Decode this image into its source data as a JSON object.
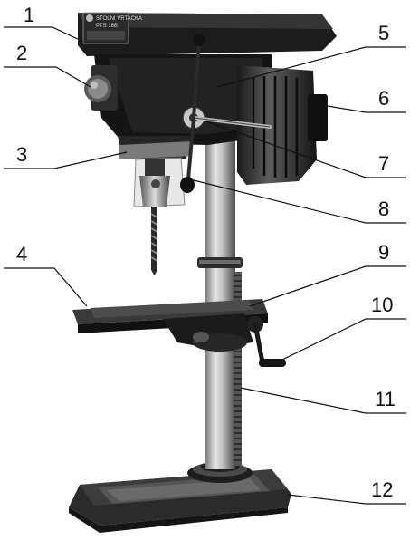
{
  "figure": {
    "callouts": [
      {
        "id": "1",
        "label": "1"
      },
      {
        "id": "2",
        "label": "2"
      },
      {
        "id": "3",
        "label": "3"
      },
      {
        "id": "4",
        "label": "4"
      },
      {
        "id": "5",
        "label": "5"
      },
      {
        "id": "6",
        "label": "6"
      },
      {
        "id": "7",
        "label": "7"
      },
      {
        "id": "8",
        "label": "8"
      },
      {
        "id": "9",
        "label": "9"
      },
      {
        "id": "10",
        "label": "10"
      },
      {
        "id": "11",
        "label": "11"
      },
      {
        "id": "12",
        "label": "12"
      }
    ]
  },
  "machine": {
    "type_plate": {
      "line1": "STOLNI VRTACKA",
      "line2": "PTS 16B"
    }
  }
}
